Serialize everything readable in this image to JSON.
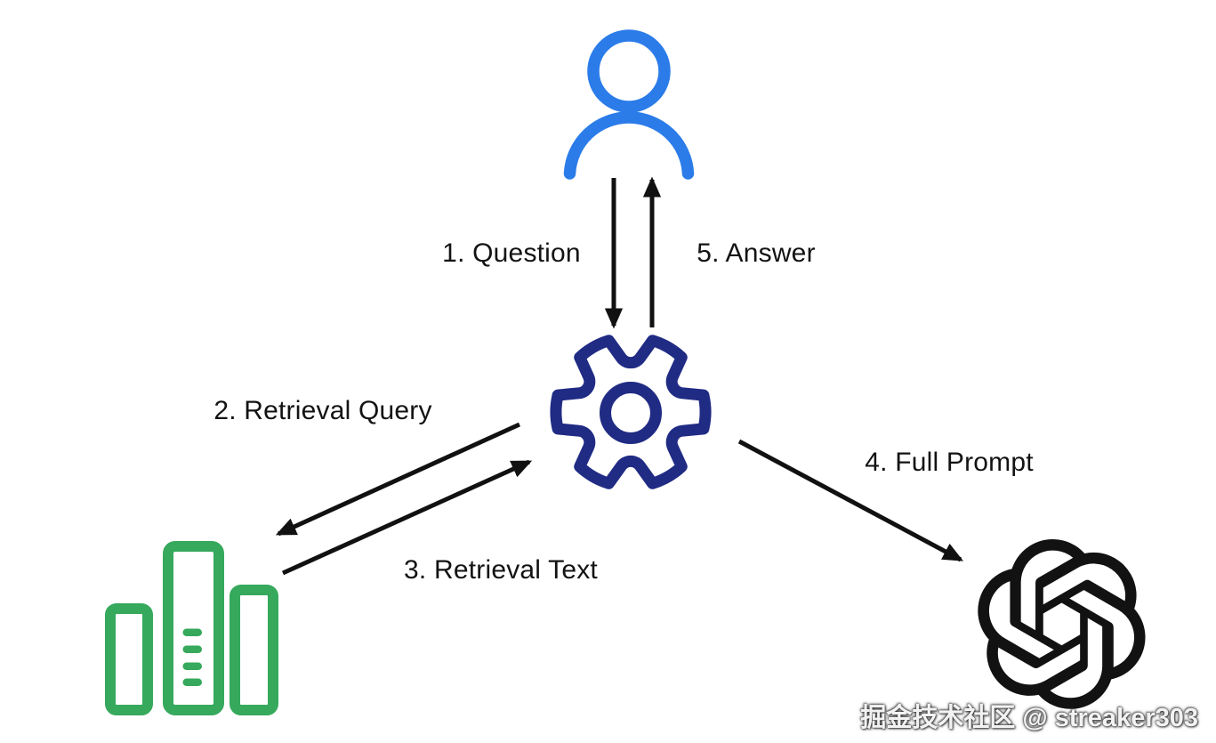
{
  "page": {
    "background_color": "#ffffff"
  },
  "diagram": {
    "labels": {
      "question": "1. Question",
      "retrieval_query": "2. Retrieval Query",
      "retrieval_text": "3. Retrieval Text",
      "full_prompt": "4. Full Prompt",
      "answer": "5. Answer"
    },
    "colors": {
      "user_blue": "#2b7ce9",
      "gear_navy": "#202b84",
      "database_green": "#36a95c",
      "llm_black": "#121212",
      "arrow_black": "#111111",
      "label_text": "#131313"
    },
    "icons": {
      "user": "person-icon",
      "orchestrator": "gear-icon",
      "database": "database-bars-icon",
      "llm": "openai-logo-icon"
    }
  },
  "watermark": {
    "text": "掘金技术社区 @ streaker303"
  }
}
